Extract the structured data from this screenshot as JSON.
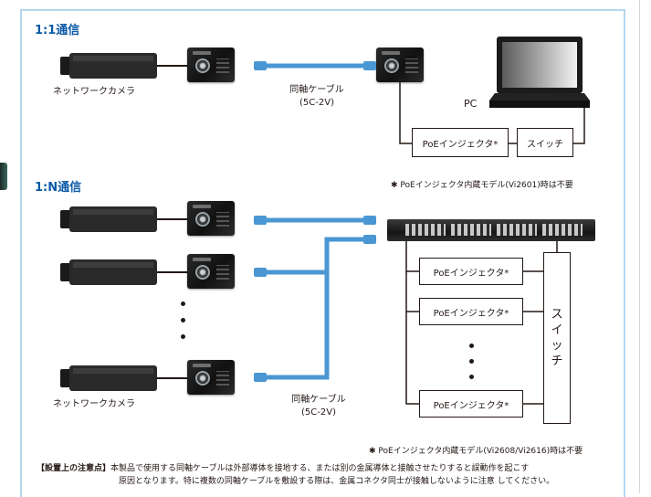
{
  "one_to_one": {
    "title": "1:1通信",
    "camera_label": "ネットワークカメラ",
    "cable_label": "同軸ケーブル",
    "cable_spec": "(5C-2V)",
    "pc_label": "PC",
    "poe_box": "PoEインジェクタ*",
    "switch_box": "スイッチ",
    "footnote": "✱ PoEインジェクタ内蔵モデル(Vi2601)時は不要"
  },
  "one_to_n": {
    "title": "1:N通信",
    "camera_label": "ネットワークカメラ",
    "cable_label": "同軸ケーブル",
    "cable_spec": "(5C-2V)",
    "poe_box_1": "PoEインジェクタ*",
    "poe_box_2": "PoEインジェクタ*",
    "poe_box_3": "PoEインジェクタ*",
    "switch_vertical": [
      "ス",
      "イ",
      "ッ",
      "チ"
    ],
    "footnote": "✱ PoEインジェクタ内蔵モデル(Vi2608/Vi2616)時は不要"
  },
  "notice": {
    "heading": "【設置上の注意点】",
    "line1": "本製品で使用する同軸ケーブルは外部導体を接地する、または別の金属導体と接触させたりすると誤動作を起こす",
    "line2": "原因となります。特に複数の同軸ケーブルを敷設する際は、金属コネクタ同士が接触しないように注意 してください。"
  },
  "colors": {
    "title_blue": "#0d5aa7",
    "cable_blue": "#4a97d3",
    "frame_blue": "#b4d7ee"
  }
}
